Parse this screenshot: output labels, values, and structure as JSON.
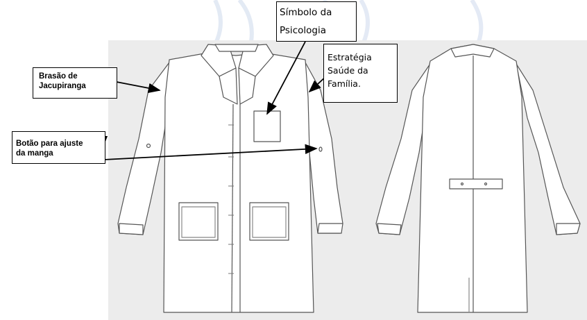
{
  "labels": {
    "brasao": [
      "Brasão de",
      "Jacupiranga"
    ],
    "simbolo": [
      "Símbolo da",
      "Psicologia"
    ],
    "estrategia": [
      "Estratégia",
      "Saúde da",
      "Família."
    ],
    "botao": [
      "Botão para ajuste",
      "da manga"
    ]
  },
  "colors": {
    "stroke": "#555555",
    "background_panel": "#ececec",
    "arrow": "#000000",
    "watermark": "#dfe6f2"
  }
}
